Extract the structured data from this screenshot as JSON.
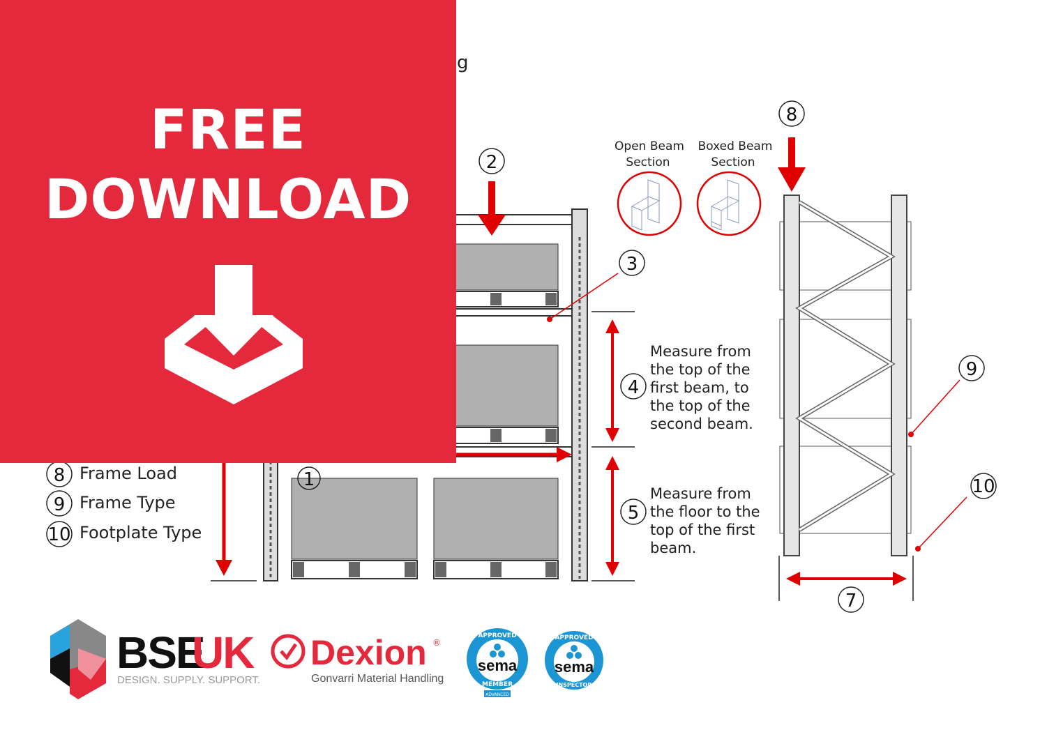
{
  "banner": {
    "line1": "FREE",
    "line2": "DOWNLOAD",
    "icon": "download-icon",
    "color": "#e4293d"
  },
  "partial_heading_tail": "g",
  "legend": [
    {
      "num": "8",
      "label": "Frame Load"
    },
    {
      "num": "9",
      "label": "Frame Type"
    },
    {
      "num": "10",
      "label": "Footplate Type"
    }
  ],
  "callouts": {
    "n1": "1",
    "n2": "2",
    "n3": "3",
    "n4": "4",
    "n5": "5",
    "n7": "7",
    "n8": "8",
    "n9": "9",
    "n10": "10"
  },
  "beam_sections": {
    "open": {
      "line1": "Open Beam",
      "line2": "Section"
    },
    "boxed": {
      "line1": "Boxed Beam",
      "line2": "Section"
    }
  },
  "measure4": [
    "Measure from",
    "the top of the",
    "first beam, to",
    "the top of the",
    "second beam."
  ],
  "measure5": [
    "Measure from",
    "the floor to the",
    "top of the first",
    "beam."
  ],
  "logos": {
    "bseuk": {
      "name_black": "BSE",
      "name_red": "UK",
      "tagline": "DESIGN. SUPPLY. SUPPORT."
    },
    "dexion": {
      "name": "Dexion",
      "reg": "®",
      "tagline": "Gonvarri Material Handling"
    },
    "sema_member": {
      "top": "APPROVED",
      "name": "sema",
      "bottom": "MEMBER",
      "tag": "ADVANCED"
    },
    "sema_inspector": {
      "top": "APPROVED",
      "name": "sema",
      "bottom": "INSPECTOR"
    }
  },
  "colors": {
    "arrow_red": "#e00000",
    "pallet_grey": "#b0b0b0",
    "sema_blue": "#1b95d3"
  }
}
